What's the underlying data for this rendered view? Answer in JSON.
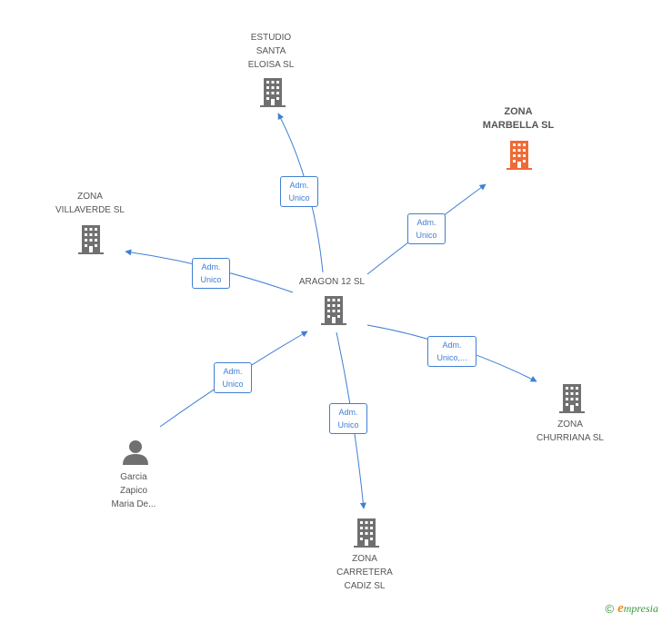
{
  "colors": {
    "edge": "#3f7fd4",
    "node_icon": "#707070",
    "highlight_icon": "#f06a35",
    "text": "#555555"
  },
  "nodes": {
    "center": {
      "label": "ARAGON 12 SL",
      "icon": "building-icon"
    },
    "estudio": {
      "label": "ESTUDIO\nSANTA\nELOISA SL",
      "icon": "building-icon"
    },
    "marbella": {
      "label": "ZONA\nMARBELLA SL",
      "icon": "building-icon"
    },
    "villaverde": {
      "label": "ZONA\nVILLAVERDE SL",
      "icon": "building-icon"
    },
    "churriana": {
      "label": "ZONA\nCHURRIANA SL",
      "icon": "building-icon"
    },
    "carretera": {
      "label": "ZONA\nCARRETERA\nCADIZ SL",
      "icon": "building-icon"
    },
    "person": {
      "label": "Garcia\nZapico\nMaria De...",
      "icon": "person-icon"
    }
  },
  "edges": {
    "to_estudio": "Adm.\nUnico",
    "to_marbella": "Adm.\nUnico",
    "to_villaverde": "Adm.\nUnico",
    "to_churriana": "Adm.\nUnico,...",
    "to_carretera": "Adm.\nUnico",
    "from_person": "Adm.\nUnico"
  },
  "footer": {
    "copyright": "©",
    "brand_initial": "e",
    "brand_rest": "mpresia"
  }
}
